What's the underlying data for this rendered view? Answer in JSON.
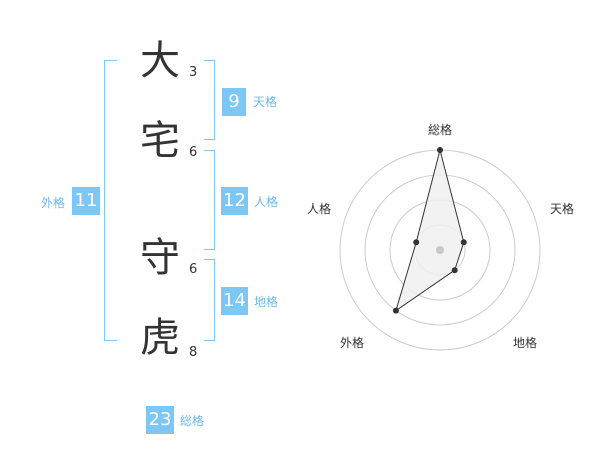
{
  "name": {
    "chars": [
      {
        "char": "大",
        "strokes": "3"
      },
      {
        "char": "宅",
        "strokes": "6"
      },
      {
        "char": "守",
        "strokes": "6"
      },
      {
        "char": "虎",
        "strokes": "8"
      }
    ]
  },
  "scores": {
    "tenkaku": {
      "value": "9",
      "label": "天格"
    },
    "jinkaku": {
      "value": "12",
      "label": "人格"
    },
    "chikaku": {
      "value": "14",
      "label": "地格"
    },
    "gaikaku": {
      "value": "11",
      "label": "外格"
    },
    "soukaku": {
      "value": "23",
      "label": "総格"
    }
  },
  "chart_data": {
    "type": "radar",
    "axes": [
      "総格",
      "天格",
      "地格",
      "外格",
      "人格"
    ],
    "values": [
      4,
      1,
      1,
      3,
      1
    ],
    "rmax": 4,
    "rings": 4,
    "grid": true,
    "colors": {
      "fill": "#f0f0f0",
      "line": "#333333",
      "point": "#333333",
      "ring": "#cccccc",
      "center": "#c8c8c8"
    }
  }
}
